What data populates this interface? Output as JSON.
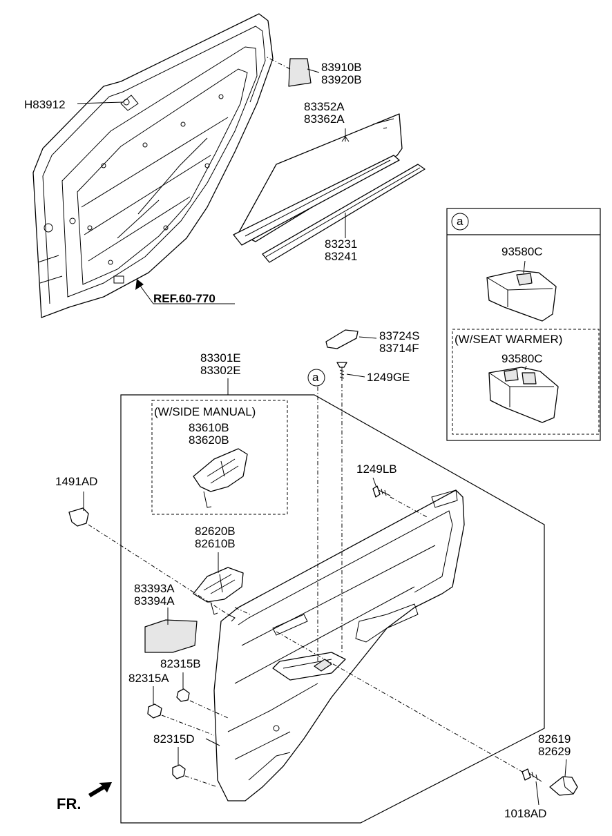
{
  "labels": {
    "p83910B": "83910B",
    "p83920B": "83920B",
    "pH83912": "H83912",
    "p83352A": "83352A",
    "p83362A": "83362A",
    "p83231": "83231",
    "p83241": "83241",
    "ref": "REF.60-770",
    "p83724S": "83724S",
    "p83714F": "83714F",
    "p83301E": "83301E",
    "p83302E": "83302E",
    "p1249GE": "1249GE",
    "side_manual": "(W/SIDE MANUAL)",
    "p83610B": "83610B",
    "p83620B": "83620B",
    "p1491AD": "1491AD",
    "p1249LB": "1249LB",
    "p82620B": "82620B",
    "p82610B": "82610B",
    "p83393A": "83393A",
    "p83394A": "83394A",
    "p82315B": "82315B",
    "p82315A": "82315A",
    "p82315D": "82315D",
    "p82619": "82619",
    "p82629": "82629",
    "p1018AD": "1018AD",
    "fr": "FR.",
    "circle_a_main": "a",
    "circle_a_inset": "a",
    "inset_93580C_top": "93580C",
    "seat_warmer": "(W/SEAT WARMER)",
    "inset_93580C_bottom": "93580C"
  }
}
